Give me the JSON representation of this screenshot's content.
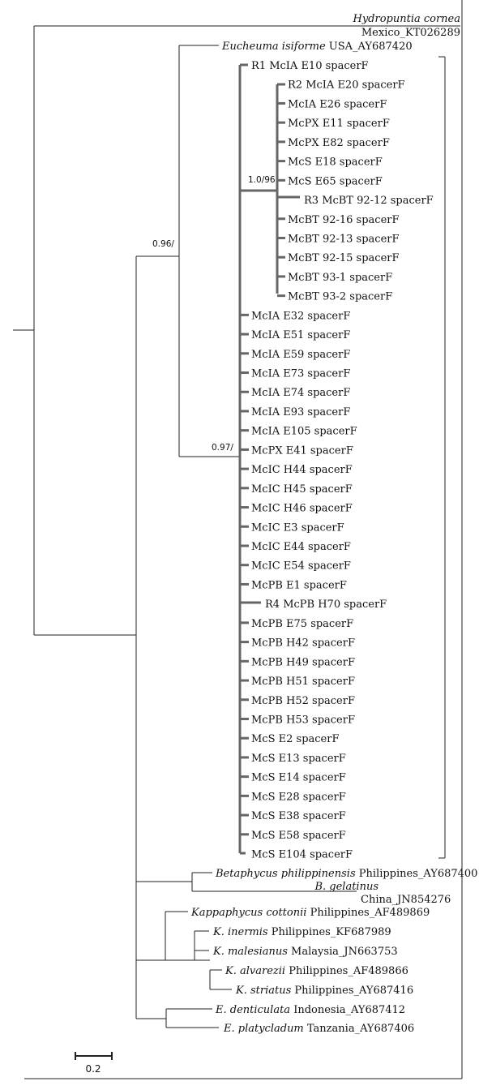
{
  "tree": {
    "outgroup": {
      "genus": "Hydropuntia cornea",
      "location_accession": "Mexico_KT026289"
    },
    "eucheuma": {
      "genus": "Eucheuma isiforme",
      "rest": " USA_AY687420"
    },
    "clade_tips": [
      "R1 McIA E10 spacerF",
      "R2 McIA E20 spacerF",
      "McIA E26 spacerF",
      "McPX E11 spacerF",
      "McPX E82 spacerF",
      "McS E18 spacerF",
      "McS E65 spacerF",
      "R3 McBT 92-12 spacerF",
      "McBT 92-16 spacerF",
      "McBT 92-13 spacerF",
      "McBT 92-15 spacerF",
      "McBT 93-1 spacerF",
      "McBT 93-2 spacerF",
      "McIA E32 spacerF",
      "McIA E51 spacerF",
      "McIA E59 spacerF",
      "McIA E73 spacerF",
      "McIA E74 spacerF",
      "McIA E93 spacerF",
      "McIA E105 spacerF",
      "McPX E41 spacerF",
      "McIC H44 spacerF",
      "McIC H45 spacerF",
      "McIC H46 spacerF",
      "McIC E3 spacerF",
      "McIC E44 spacerF",
      "McIC E54 spacerF",
      "McPB E1 spacerF",
      "R4 McPB H70 spacerF",
      "McPB E75 spacerF",
      "McPB H42 spacerF",
      "McPB H49 spacerF",
      "McPB H51 spacerF",
      "McPB H52 spacerF",
      "McPB H53 spacerF",
      "McS E2 spacerF",
      "McS E13 spacerF",
      "McS E14 spacerF",
      "McS E28 spacerF",
      "McS E38 spacerF",
      "McS E58 spacerF",
      "McS E104 spacerF"
    ],
    "other_taxa": [
      {
        "genus": "Betaphycus philippinensis",
        "rest": " Philippines_AY687400"
      },
      {
        "genus": "Kappaphycus cottonii",
        "rest": " Philippines_AF489869"
      },
      {
        "genus": "K. inermis",
        "rest": " Philippines_KF687989"
      },
      {
        "genus": "K. malesianus",
        "rest": " Malaysia_JN663753"
      },
      {
        "genus": "K. alvarezii",
        "rest": " Philippines_AF489866"
      },
      {
        "genus": "K. striatus",
        "rest": " Philippines_AY687416"
      },
      {
        "genus": "E. denticulata",
        "rest": " Indonesia_AY687412"
      },
      {
        "genus": "E. platycladum",
        "rest": " Tanzania_AY687406"
      }
    ],
    "b_gelatinus": {
      "genus": "B. gelatinus",
      "location_accession": "China_JN854276"
    },
    "support_values": {
      "node_096": "0.96/",
      "node_097": "0.97/",
      "node_1096": "1.0/96"
    },
    "scale_bar": {
      "label": "0.2"
    }
  }
}
